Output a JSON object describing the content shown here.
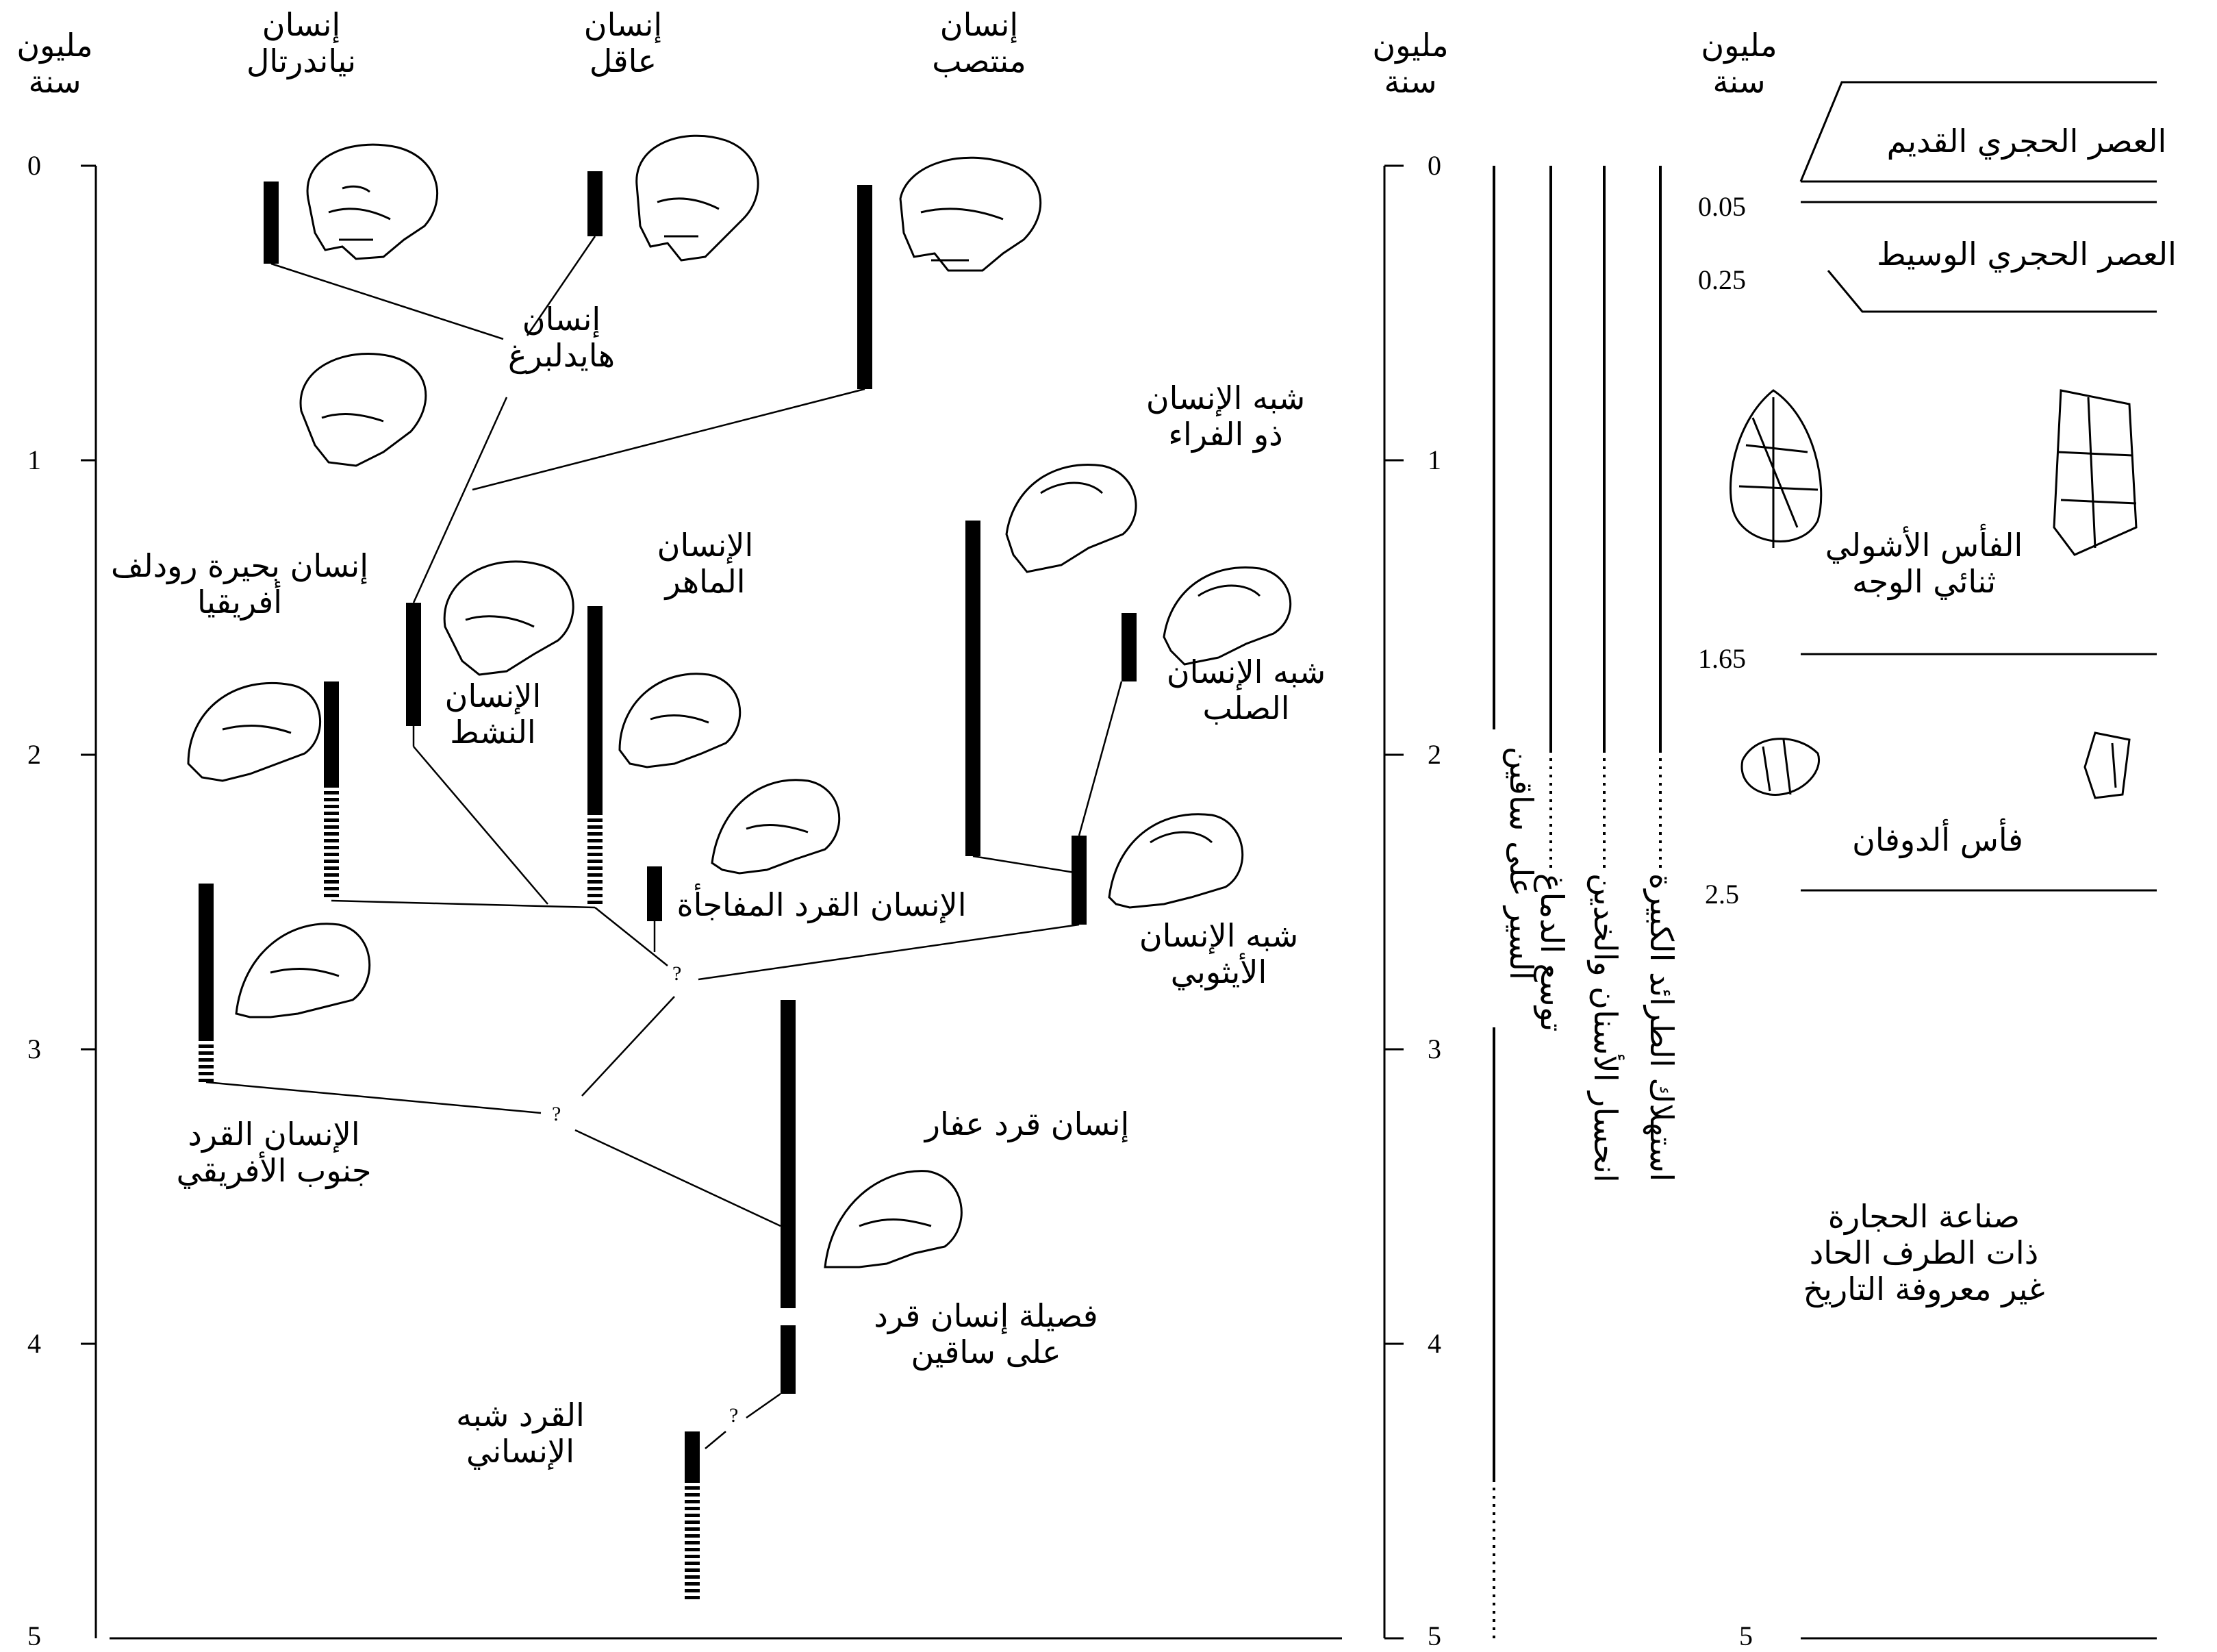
{
  "headers": {
    "left_unit": [
      "مليون",
      "سنة"
    ],
    "mid_unit": [
      "مليون",
      "سنة"
    ],
    "right_unit": [
      "مليون",
      "سنة"
    ]
  },
  "time_axis": {
    "ticks": [
      "0",
      "1",
      "2",
      "3",
      "4",
      "5"
    ],
    "right_ticks": [
      "0.05",
      "0.25",
      "1.65",
      "2.5",
      "5"
    ]
  },
  "species": {
    "neanderthal": [
      "إنسان",
      "نياندرتال"
    ],
    "sapiens": [
      "إنسان",
      "عاقل"
    ],
    "erectus": [
      "إنسان",
      "منتصب"
    ],
    "heidelberg": [
      "إنسان",
      "هايدلبرغ"
    ],
    "boisei": [
      "شبه الإنسان",
      "ذو الفراء"
    ],
    "rudolfensis": [
      "إنسان بحيرة رودلف",
      "أفريقيا"
    ],
    "ergaster": [
      "الإنسان",
      "النشط"
    ],
    "habilis": [
      "الإنسان",
      "الماهر"
    ],
    "robustus": [
      "شبه الإنسان",
      "الصلب"
    ],
    "garhi": [
      "الإنسان القرد المفاجأة"
    ],
    "aethiopicus": [
      "شبه الإنسان",
      "الأيثوبي"
    ],
    "africanus": [
      "الإنسان القرد",
      "جنوب الأفريقي"
    ],
    "afarensis": [
      "إنسان قرد عفار"
    ],
    "anamensis": [
      "فصيلة إنسان قرد",
      "على ساقين"
    ],
    "ardipithecus": [
      "القرد شبه",
      "الإنساني"
    ]
  },
  "unknown_mark": "?",
  "traits": [
    "السير على ساقين",
    "توسع الدماغ",
    "انحسار الأسنان والخدين",
    "استهلاك الطرائد الكبيرة"
  ],
  "industries": {
    "upper_paleolithic": "العصر الحجري القديم",
    "middle_paleolithic": "العصر الحجري الوسيط",
    "acheulean": [
      "الفأس الأشولي",
      "ثنائي الوجه"
    ],
    "oldowan": "فأس ألدوفان",
    "sharp_edge": [
      "صناعة الحجارة",
      "ذات الطرف الحاد",
      "غير معروفة التاريخ"
    ]
  }
}
